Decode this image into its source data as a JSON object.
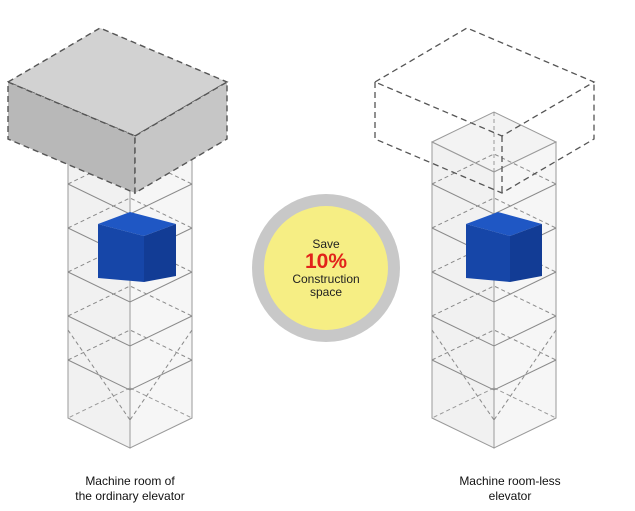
{
  "badge": {
    "line1": "Save",
    "percent": "10%",
    "line2": "Construction",
    "line3": "space"
  },
  "captions": {
    "left_line1": "Machine room of",
    "left_line2": "the ordinary elevator",
    "right_line1": "Machine room-less",
    "right_line2": "elevator"
  },
  "colors": {
    "machine_room_fill": "#bdbdbd",
    "car_blue": "#1646a8",
    "badge_outer": "#c8c8c8",
    "badge_inner": "#f6ee84",
    "percent_red": "#e2231a"
  }
}
